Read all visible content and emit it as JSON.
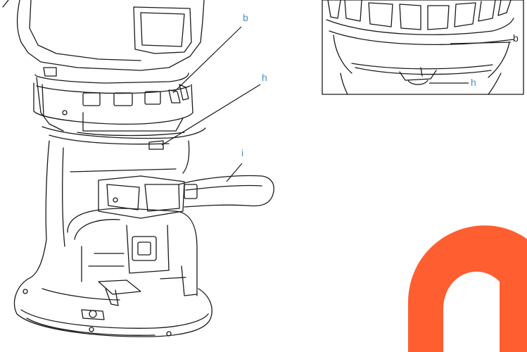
{
  "callouts": {
    "main_b": "b",
    "main_h": "h",
    "main_i": "i",
    "inset_b": "b",
    "inset_h": "h"
  },
  "colors": {
    "line_art": "#1a1a1a",
    "callout_text": "#4a8fc8",
    "watermark": "#ff4d1a"
  },
  "icons": {
    "watermark": "partial-letter-watermark"
  }
}
